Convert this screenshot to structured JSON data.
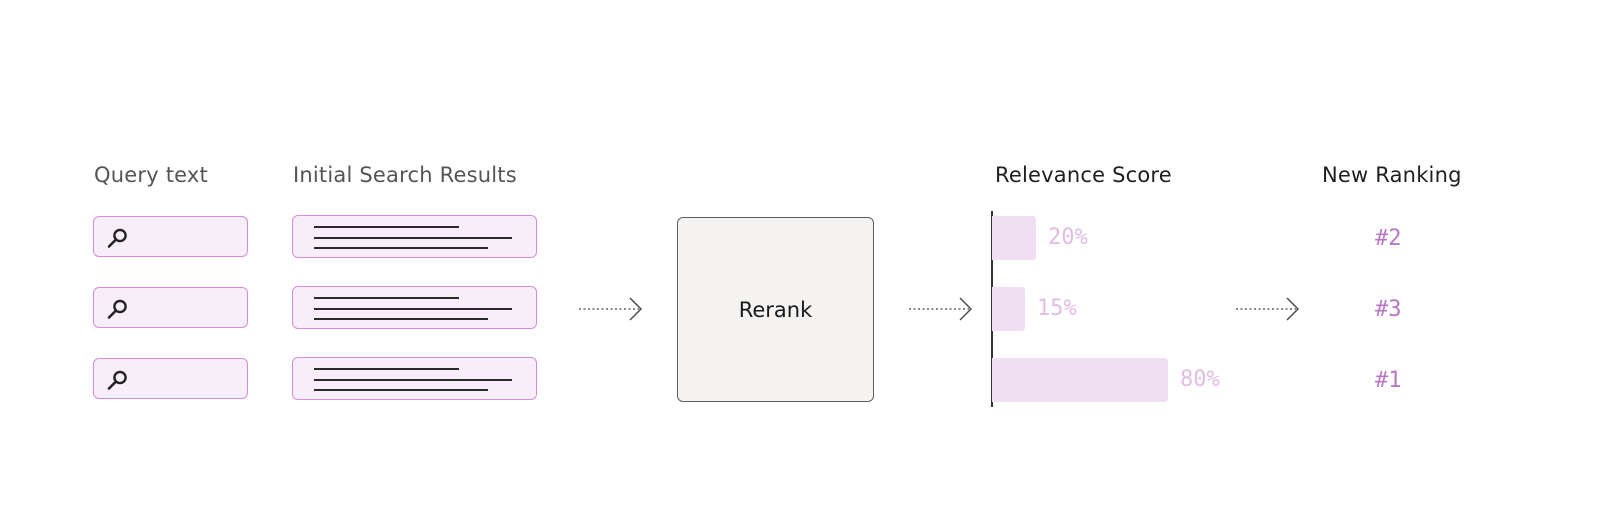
{
  "headings": {
    "query_text": "Query text",
    "initial_results": "Initial Search Results",
    "relevance_score": "Relevance Score",
    "new_ranking": "New Ranking"
  },
  "rerank": {
    "label": "Rerank"
  },
  "rows": [
    {
      "query_icon": "search-icon",
      "score": 20,
      "score_label": "20%",
      "rank": "#2"
    },
    {
      "query_icon": "search-icon",
      "score": 15,
      "score_label": "15%",
      "rank": "#3"
    },
    {
      "query_icon": "search-icon",
      "score": 80,
      "score_label": "80%",
      "rank": "#1"
    }
  ],
  "colors": {
    "box_border": "#d98adb",
    "box_fill": "#f8eef9",
    "bar_fill": "#f0dff3",
    "score_text": "#e3bce6",
    "rank_text": "#b878c5",
    "rerank_border": "#5e5e5e",
    "rerank_fill": "#f4f3f1"
  }
}
